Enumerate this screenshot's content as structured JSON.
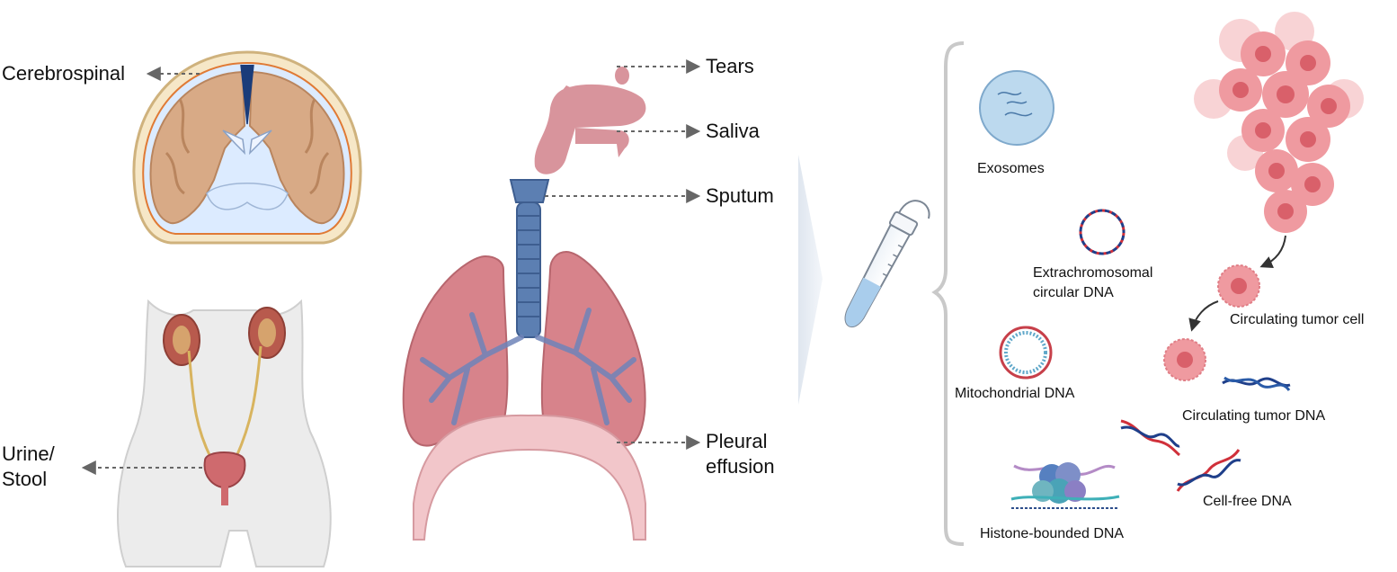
{
  "left_labels": {
    "cerebrospinal": "Cerebrospinal",
    "urine_line1": "Urine/",
    "urine_line2": "Stool"
  },
  "respiratory_labels": {
    "tears": "Tears",
    "saliva": "Saliva",
    "sputum": "Sputum",
    "pleural_line1": "Pleural",
    "pleural_line2": "effusion"
  },
  "biomarkers": {
    "exosomes": "Exosomes",
    "ecdna_line1": "Extrachromosomal",
    "ecdna_line2": "circular DNA",
    "mito": "Mitochondrial DNA",
    "histone": "Histone-bounded DNA",
    "cfdna": "Cell-free DNA",
    "ctdna": "Circulating tumor DNA",
    "ctc": "Circulating tumor cell"
  },
  "colors": {
    "arrow": "#666666",
    "brain": "#d8aa86",
    "lung": "#d7838b",
    "airway": "#5c7fb2",
    "kidney": "#b85a4d",
    "tumor": "#ef9aa0",
    "dna_red": "#d0303a",
    "dna_blue": "#1f3f8a"
  }
}
